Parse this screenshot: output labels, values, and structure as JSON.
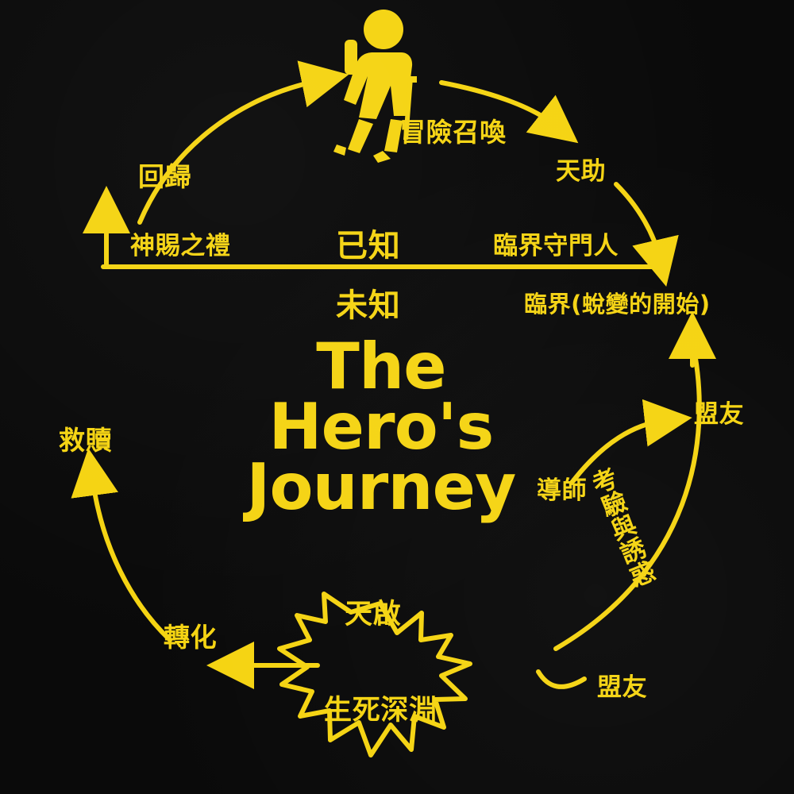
{
  "design": {
    "background_color": "#0a0a0a",
    "ink_color": "#f5d412"
  },
  "title": {
    "line1": "The",
    "line2": "Hero's",
    "line3": "Journey"
  },
  "axis": {
    "known": "已知",
    "unknown": "未知"
  },
  "icon": {
    "hero": "hiker-icon",
    "abyss": "starburst-icon"
  },
  "stages": [
    {
      "id": "call-to-adventure",
      "label": "冒險召喚"
    },
    {
      "id": "supernatural-aid",
      "label": "天助"
    },
    {
      "id": "threshold-guardian",
      "label": "臨界守門人"
    },
    {
      "id": "threshold-crossing",
      "label": "臨界(蛻變的開始)"
    },
    {
      "id": "allies-right",
      "label": "盟友"
    },
    {
      "id": "mentor",
      "label": "導師"
    },
    {
      "id": "tests-and-temptations",
      "label": "考驗與誘惑"
    },
    {
      "id": "allies-bottom",
      "label": "盟友"
    },
    {
      "id": "abyss",
      "label": "生死深淵"
    },
    {
      "id": "revelation",
      "label": "天啟"
    },
    {
      "id": "transformation",
      "label": "轉化"
    },
    {
      "id": "atonement",
      "label": "救贖"
    },
    {
      "id": "gift-of-the-goddess",
      "label": "神賜之禮"
    },
    {
      "id": "return",
      "label": "回歸"
    }
  ]
}
